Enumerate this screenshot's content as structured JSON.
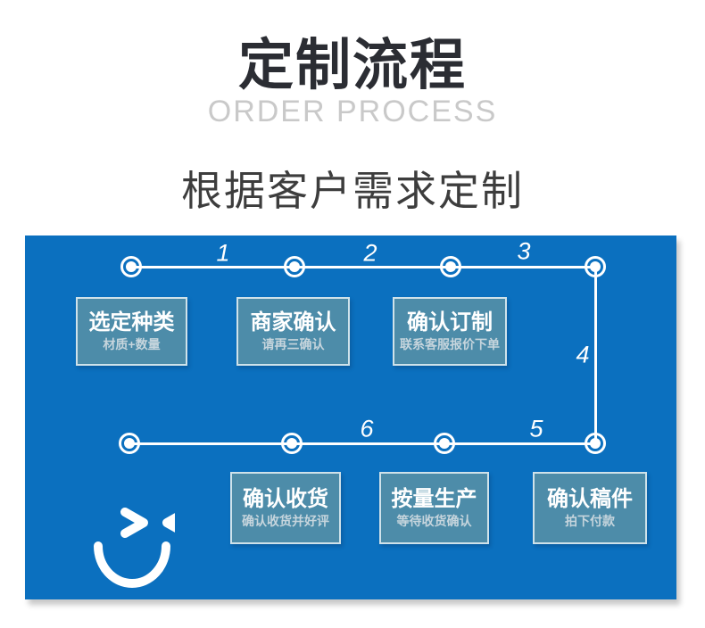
{
  "header": {
    "title": "定制流程",
    "subtitle": "ORDER PROCESS",
    "tagline": "根据客户需求定制"
  },
  "colors": {
    "panel_blue": "#0b70bf",
    "box_fill": "#4d8ca9",
    "box_border": "#cfe2ea",
    "title_dark": "#2b2d33",
    "subtitle_gray": "#c9c9c9",
    "box_subtitle_gray": "#c6d5dd",
    "line_white": "#ffffff"
  },
  "flow": {
    "numbers": [
      "1",
      "2",
      "3",
      "4",
      "5",
      "6"
    ],
    "boxes": [
      {
        "title": "选定种类",
        "subtitle": "材质+数量"
      },
      {
        "title": "商家确认",
        "subtitle": "请再三确认"
      },
      {
        "title": "确认订制",
        "subtitle": "联系客服报价下单"
      },
      {
        "title": "确认收货",
        "subtitle": "确认收货并好评"
      },
      {
        "title": "按量生产",
        "subtitle": "等待收货确认"
      },
      {
        "title": "确认稿件",
        "subtitle": "拍下付款"
      }
    ],
    "smiley_icon": "wink-smiley-icon"
  }
}
